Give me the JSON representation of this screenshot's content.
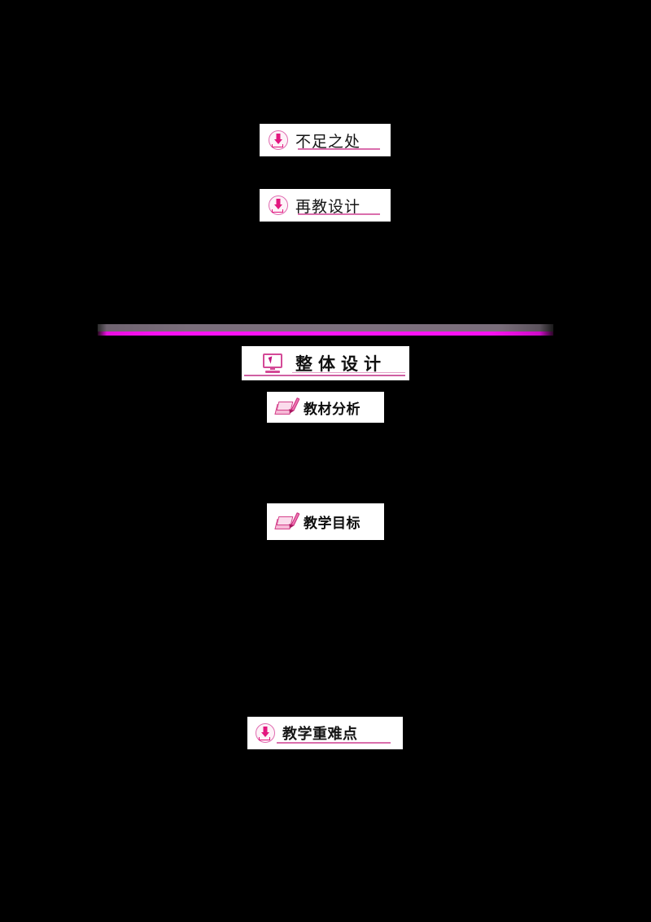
{
  "document": {
    "title": "教学设计文档",
    "background_color": "#000000",
    "accent_pink": "#e3167f",
    "accent_magenta": "#ff15f7",
    "accent_purple": "#7d707e",
    "rule_color": "#d4559e"
  },
  "sections": [
    {
      "id": "section-shortcomings",
      "style": "A",
      "icon": "circle-down-arrow-icon",
      "label": "不足之处"
    },
    {
      "id": "section-reteach-design",
      "style": "A",
      "icon": "circle-down-arrow-icon",
      "label": "再教设计"
    },
    {
      "id": "section-overall-design",
      "style": "C",
      "icon": "monitor-cursor-icon",
      "label": "整体设计"
    },
    {
      "id": "section-material-analysis",
      "style": "B",
      "icon": "pen-notepad-icon",
      "label": "教材分析"
    },
    {
      "id": "section-teaching-objectives",
      "style": "B",
      "icon": "pen-notepad-icon",
      "label": "教学目标"
    },
    {
      "id": "section-key-difficult-points",
      "style": "A",
      "icon": "circle-down-arrow-icon",
      "label": "教学重难点"
    }
  ],
  "divider": {
    "name": "section-divider-bar",
    "top_band_color": "#7d707e",
    "bottom_band_color": "#ff15f7"
  }
}
